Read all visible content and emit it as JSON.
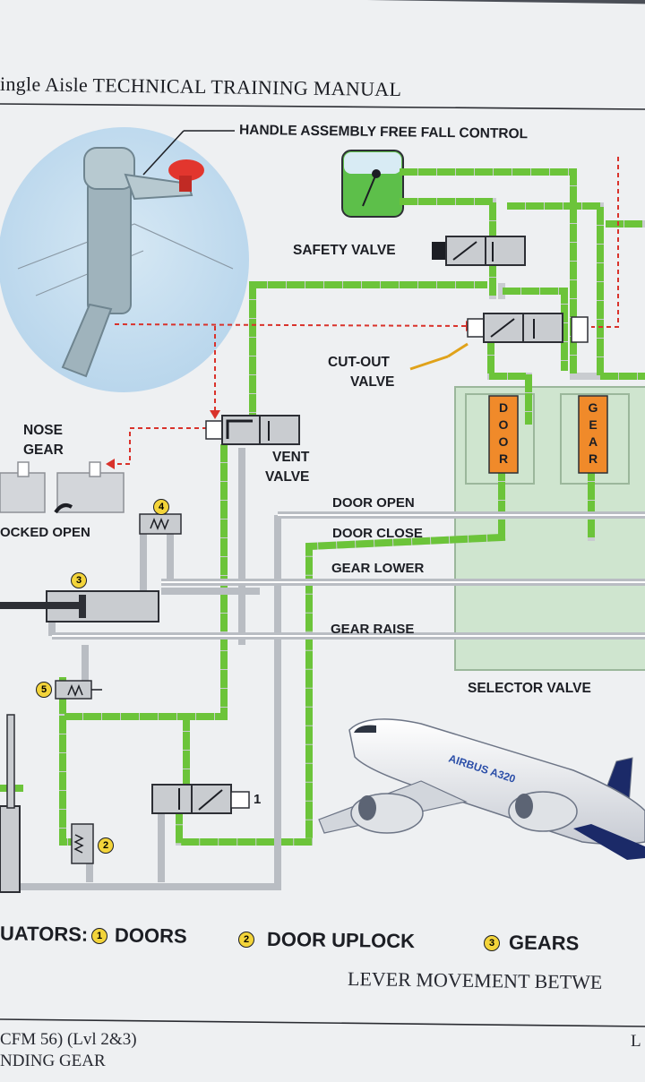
{
  "header": {
    "title": "ingle Aisle TECHNICAL TRAINING MANUAL"
  },
  "diagram": {
    "handle_label": "HANDLE ASSEMBLY FREE FALL CONTROL",
    "safety_valve": "SAFETY VALVE",
    "cutout_valve_line1": "CUT-OUT",
    "cutout_valve_line2": "VALVE",
    "nose_gear_line1": "NOSE",
    "nose_gear_line2": "GEAR",
    "locked_open": "OCKED OPEN",
    "vent_valve_line1": "VENT",
    "vent_valve_line2": "VALVE",
    "door_open": "DOOR OPEN",
    "door_close": "DOOR CLOSE",
    "gear_lower": "GEAR LOWER",
    "gear_raise": "GEAR RAISE",
    "selector_valve": "SELECTOR VALVE",
    "door_block": [
      "D",
      "O",
      "O",
      "R"
    ],
    "gear_block": [
      "G",
      "E",
      "A",
      "R"
    ],
    "marker_1": "1",
    "num_2": "2",
    "num_3": "3",
    "num_4": "4",
    "num_5": "5",
    "aircraft_text": "AIRBUS A320"
  },
  "legend": {
    "prefix": "UATORS:",
    "n1": "1",
    "item1": "DOORS",
    "n2": "2",
    "item2": "DOOR UPLOCK",
    "n3": "3",
    "item3": "GEARS"
  },
  "caption": "LEVER MOVEMENT BETWE",
  "footer": {
    "left_line1": "CFM 56) (Lvl 2&3)",
    "left_line2": "NDING GEAR",
    "right": "L"
  },
  "colors": {
    "line_green": "#6cc43a",
    "line_grey": "#c9ccd0",
    "block_orange": "#f08a2a",
    "selector_fill": "#cfe5cf"
  }
}
